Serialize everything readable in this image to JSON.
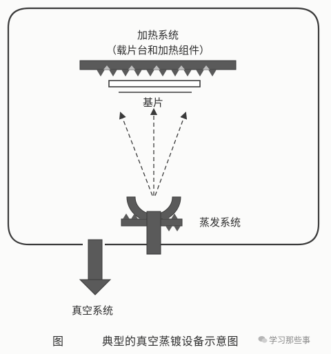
{
  "diagram": {
    "heater_label": "加热系统",
    "heater_sublabel": "（载片台和加热组件）",
    "substrate_label": "基片",
    "evaporation_label": "蒸发系统",
    "vacuum_label": "真空系统"
  },
  "caption": {
    "figure_label": "图",
    "title": "典型的真空蒸镀设备示意图",
    "watermark": "学习那些事"
  },
  "colors": {
    "line": "#3a3a3a",
    "fill_dark": "#5a5a5a",
    "background": "#fbfbfa"
  },
  "icons": [
    "wechat-icon"
  ]
}
